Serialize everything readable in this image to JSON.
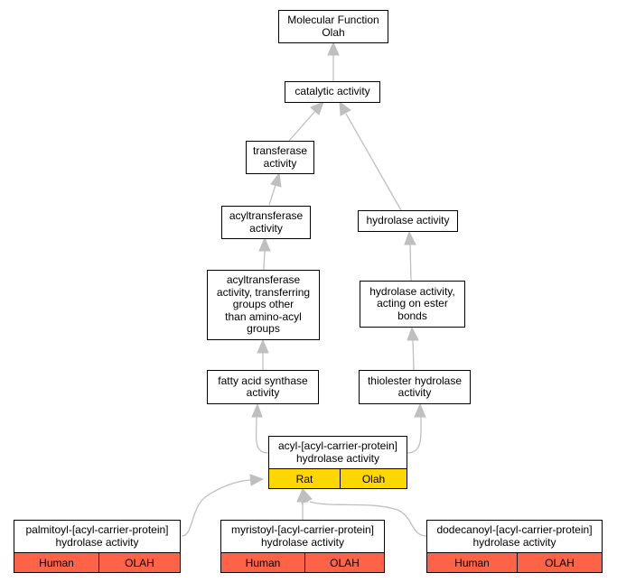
{
  "colors": {
    "edge": "#bfbfbf",
    "rat_cells": "#ffd700",
    "human_cells": "#ff6347",
    "border": "#000000"
  },
  "nodes": {
    "molecular_function": "Molecular Function\nOlah",
    "catalytic_activity": "catalytic activity",
    "transferase_activity": "transferase\nactivity",
    "acyltransferase_activity": "acyltransferase\nactivity",
    "acyltransferase_other": "acyltransferase\nactivity, transferring\ngroups other\nthan amino-acyl\ngroups",
    "fatty_acid_synthase": "fatty acid synthase\nactivity",
    "hydrolase_activity": "hydrolase activity",
    "hydrolase_ester": "hydrolase activity,\nacting on ester\nbonds",
    "thiolester_hydrolase": "thiolester hydrolase\nactivity",
    "acyl_acp_hydrolase": {
      "label": "acyl-[acyl-carrier-protein]\nhydrolase activity",
      "species": "Rat",
      "gene": "Olah"
    },
    "palmitoyl_acp_hydrolase": {
      "label": "palmitoyl-[acyl-carrier-protein]\nhydrolase activity",
      "species": "Human",
      "gene": "OLAH"
    },
    "myristoyl_acp_hydrolase": {
      "label": "myristoyl-[acyl-carrier-protein]\nhydrolase activity",
      "species": "Human",
      "gene": "OLAH"
    },
    "dodecanoyl_acp_hydrolase": {
      "label": "dodecanoyl-[acyl-carrier-protein]\nhydrolase activity",
      "species": "Human",
      "gene": "OLAH"
    }
  }
}
